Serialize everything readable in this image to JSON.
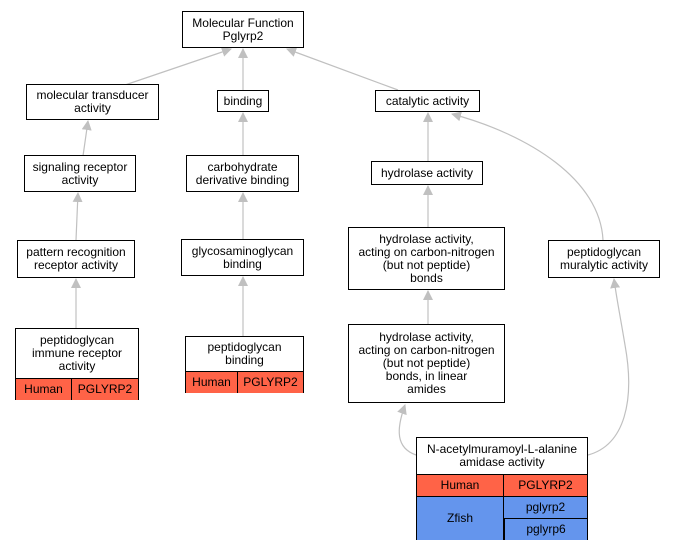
{
  "colors": {
    "edge": "#c0c0c0",
    "human": "#ff6347",
    "zfish": "#6495ed"
  },
  "nodes": {
    "root": {
      "line1": "Molecular Function",
      "line2": "Pglyrp2"
    },
    "molecular_transducer": {
      "line1": "molecular transducer",
      "line2": "activity"
    },
    "binding": {
      "label": "binding"
    },
    "catalytic": {
      "label": "catalytic activity"
    },
    "signaling_receptor": {
      "line1": "signaling receptor",
      "line2": "activity"
    },
    "carbohydrate_derivative": {
      "line1": "carbohydrate",
      "line2": "derivative binding"
    },
    "hydrolase": {
      "label": "hydrolase activity"
    },
    "pattern_recognition": {
      "line1": "pattern recognition",
      "line2": "receptor activity"
    },
    "glycosaminoglycan": {
      "line1": "glycosaminoglycan",
      "line2": "binding"
    },
    "hydrolase_cn": {
      "line1": "hydrolase activity,",
      "line2": "acting on carbon-nitrogen",
      "line3": "(but not peptide)",
      "line4": "bonds"
    },
    "peptidoglycan_muralytic": {
      "line1": "peptidoglycan",
      "line2": "muralytic activity"
    },
    "peptidoglycan_immune": {
      "line1": "peptidoglycan",
      "line2": "immune receptor",
      "line3": "activity",
      "species": "Human",
      "gene": "PGLYRP2"
    },
    "peptidoglycan_binding": {
      "line1": "peptidoglycan",
      "line2": "binding",
      "species": "Human",
      "gene": "PGLYRP2"
    },
    "hydrolase_cn_linear": {
      "line1": "hydrolase activity,",
      "line2": "acting on carbon-nitrogen",
      "line3": "(but not peptide)",
      "line4": "bonds, in linear",
      "line5": "amides"
    },
    "amidase": {
      "line1": "N-acetylmuramoyl-L-alanine",
      "line2": "amidase activity",
      "human_species": "Human",
      "human_gene": "PGLYRP2",
      "zfish_species": "Zfish",
      "zfish_gene1": "pglyrp2",
      "zfish_gene2": "pglyrp6"
    }
  }
}
